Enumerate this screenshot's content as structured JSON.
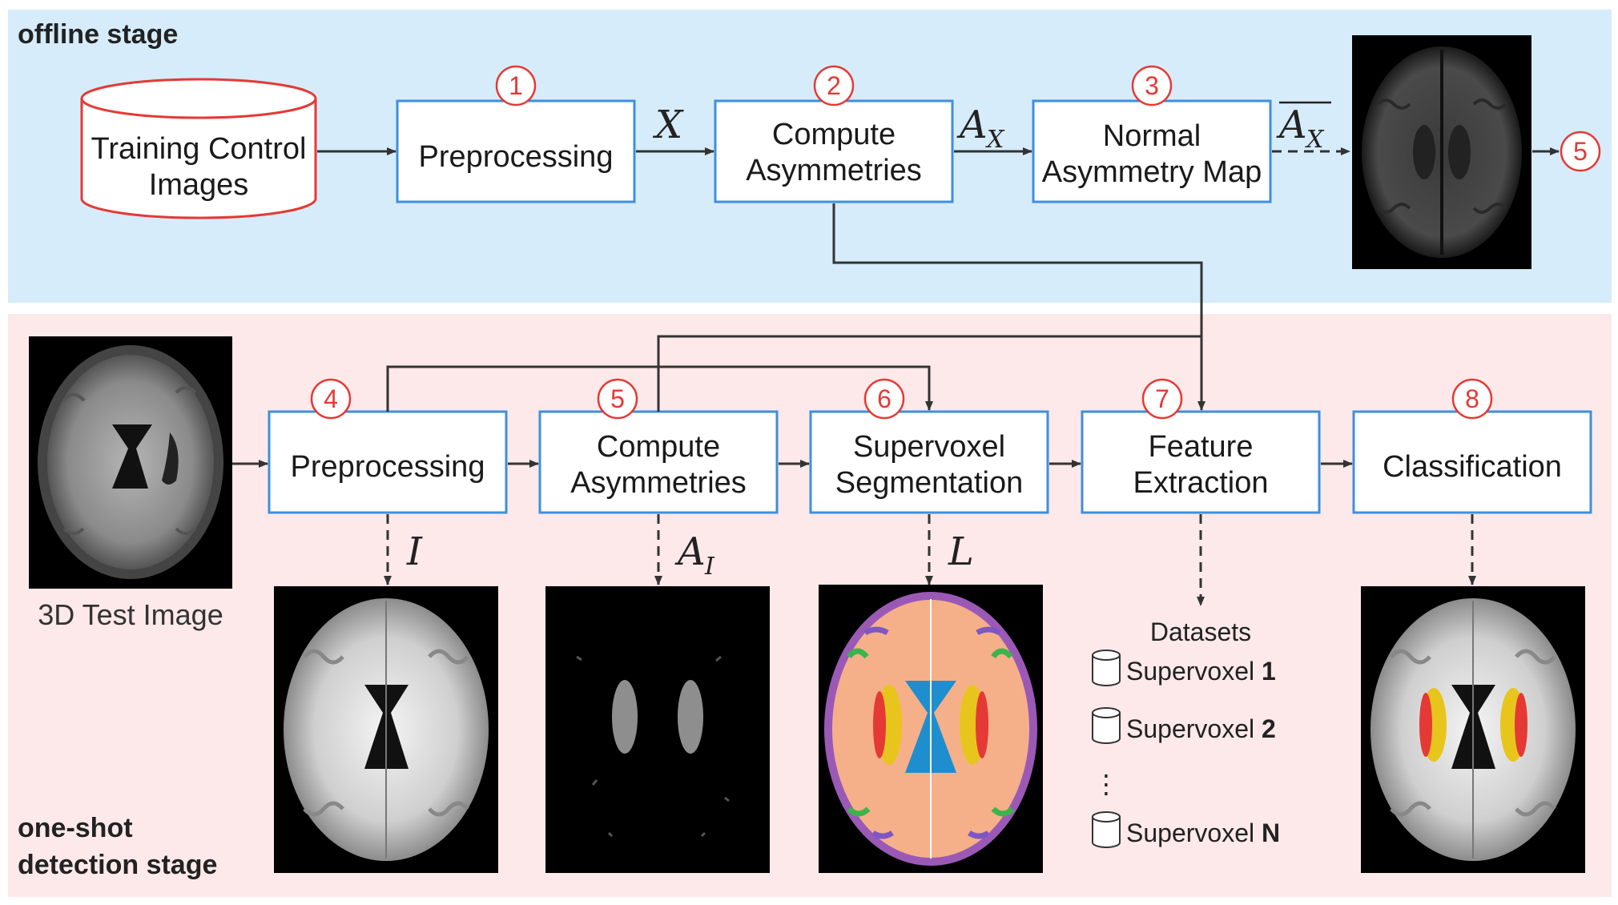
{
  "stages": {
    "offline": "offline stage",
    "oneshot_line1": "one-shot",
    "oneshot_line2": "detection stage"
  },
  "offline": {
    "database_line1": "Training Control",
    "database_line2": "Images",
    "boxes": [
      {
        "number": "1",
        "line1": "Preprocessing",
        "line2": ""
      },
      {
        "number": "2",
        "line1": "Compute",
        "line2": "Asymmetries"
      },
      {
        "number": "3",
        "line1": "Normal",
        "line2": "Asymmetry Map"
      }
    ],
    "edge_labels": {
      "x": "X",
      "ax_base": "A",
      "ax_sub": "X",
      "axbar_base": "A",
      "axbar_sub": "X"
    },
    "output_number": "5"
  },
  "oneshot": {
    "test_image_caption": "3D Test Image",
    "boxes": [
      {
        "number": "4",
        "line1": "Preprocessing",
        "line2": ""
      },
      {
        "number": "5",
        "line1": "Compute",
        "line2": "Asymmetries"
      },
      {
        "number": "6",
        "line1": "Supervoxel",
        "line2": "Segmentation"
      },
      {
        "number": "7",
        "line1": "Feature",
        "line2": "Extraction"
      },
      {
        "number": "8",
        "line1": "Classification",
        "line2": ""
      }
    ],
    "output_labels": {
      "i": "I",
      "ai_base": "A",
      "ai_sub": "I",
      "l": "L"
    },
    "datasets": {
      "title": "Datasets",
      "items": [
        {
          "prefix": "Supervoxel ",
          "index": "1"
        },
        {
          "prefix": "Supervoxel ",
          "index": "2"
        },
        {
          "prefix": "Supervoxel ",
          "index": "N"
        }
      ],
      "ellipsis": "⋮"
    }
  },
  "colors": {
    "offline_bg": "#d6ecfa",
    "oneshot_bg": "#fde9e9",
    "box_border": "#3d8fe0",
    "number_red": "#e53935",
    "arrow": "#333333"
  }
}
